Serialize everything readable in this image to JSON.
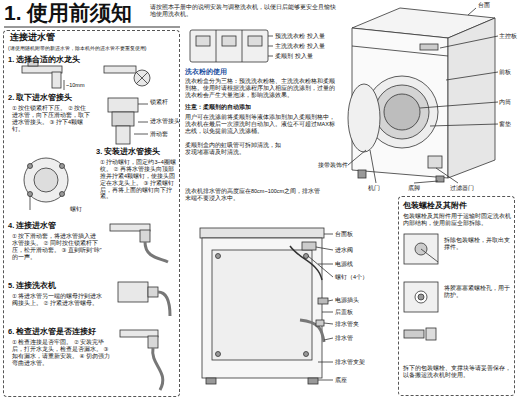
{
  "diagram": {
    "title": "1. 使用前须知",
    "nodes": [
      {
        "text": [
          "连接进水管",
          "(请使用随机附带的新进水管，除本机外的进水管不要重复使用)",
          "1. 选择合适的水龙头",
          "2. 取下进水管接头",
          "① 按住锁紧杆下压。 ② 按住进水管，向下压滑动套，取下进水管接头。 ③ 拧下4颗螺钉。",
          "3. 安装进水管接头",
          "① 拧动螺钉，固定约3~4圈螺纹。 ② 再将水管接头向顶部推并拧紧4颗螺钉，使接头固定在水龙头上。 ③ 拧紧螺钉后，再将上面的螺钉向下拧紧。",
          "4. 连接进水管",
          "① 按下滑动套，将进水管插入进水管接头。 ② 同时按住锁紧杆下压，松开滑动套。 ③ 直到听到“咔”的一声。",
          "5. 连接洗衣机",
          "① 将进水管另一端的螺母拧到进水阀接头上。 ② 拧紧进水管螺母。",
          "6. 检查进水管是否连接好",
          "① 检查连接是否牢固。 ② 安装完毕后，打开水龙头，检查是否漏水。 ③ 如有漏水，请重新安装。 ④ 切勿强力弯曲进水管。"
        ]
      },
      {
        "text": [
          "包装螺栓及其附件",
          "包装螺栓及其附件用于运输时固定洗衣机内部结构，使用前应全部拆除。",
          "拆除包装螺栓，并取出支撑件。",
          "将胶塞塞紧螺栓孔，用于防护。",
          "拆下的包装螺栓、支撑块等请妥善保存，以备搬运洗衣机时使用。"
        ]
      }
    ],
    "labels": [
      "请按照本手册中的说明安装与调整洗衣机，以便日后能够更安全且愉快地使用洗衣机。",
      "~10mm",
      "进水管接头",
      "锁紧杆",
      "滑动套",
      "螺钉",
      "预洗洗衣粉 投入量",
      "主洗洗衣粉 投入量",
      "柔顺剂 投入量",
      "洗衣粉的使用",
      "洗衣粉盒分为三格：预洗洗衣粉格、主洗洗衣粉格和柔顺剂格。使用时请根据洗涤程序加入相应的洗涤剂，过量的洗衣粉会产生大量泡沫，影响洗涤效果。",
      "注意：柔顺剂的自动添加",
      "用户可在洗涤前将柔顺剂等液体添加剂加入柔顺剂格中，洗衣机在最后一次漂洗时自动加入。液位不可超过MAX标志线，以免提前流入洗涤桶。",
      "柔顺剂盒内的虹吸管可拆卸清洗，如发现堵塞请及时清洗。",
      "洗衣机排水管的高度应在80cm~100cm之间，排水管末端不要浸入水中。",
      "台面板",
      "进水阀",
      "电源线",
      "螺钉（4个）",
      "电源插头",
      "后盖板",
      "排水管夹",
      "排水管",
      "排水管支架",
      "底座",
      "台面",
      "主控板",
      "前板",
      "内筒",
      "窗垫",
      "接带装饰件",
      "机门",
      "底脚",
      "过滤器门"
    ]
  }
}
